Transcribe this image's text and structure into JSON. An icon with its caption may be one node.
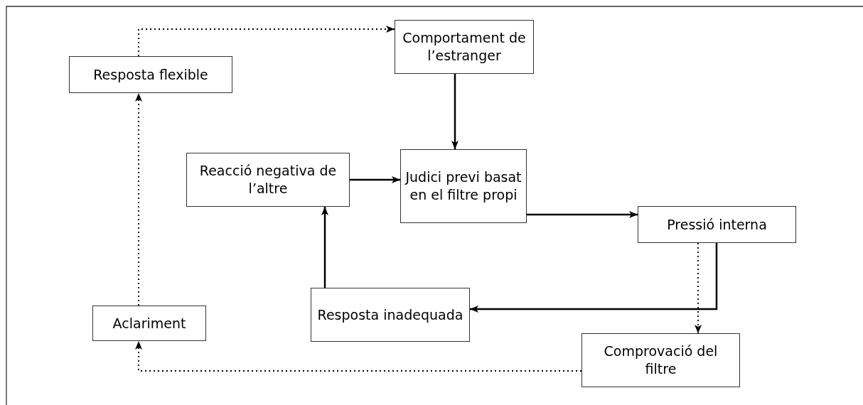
{
  "diagram": {
    "nodes": [
      {
        "text": [
          "Comportament de l’estranger"
        ]
      },
      {
        "text": [
          "Resposta flexible"
        ]
      },
      {
        "text": [
          "Reacció negativa de l’altre"
        ]
      },
      {
        "text": [
          "Judici previ basat en el filtre propi"
        ]
      },
      {
        "text": [
          "Pressió interna"
        ]
      },
      {
        "text": [
          "Resposta inadequada"
        ]
      },
      {
        "text": [
          "Aclariment"
        ]
      },
      {
        "text": [
          "Comprovació del filtre"
        ]
      }
    ],
    "edges": [
      {
        "from": 0,
        "to": 3,
        "arrow": "to"
      },
      {
        "from": 2,
        "to": 3,
        "arrow": "to"
      },
      {
        "from": 3,
        "to": 4,
        "arrow": "to"
      },
      {
        "from": 4,
        "to": 5,
        "arrow": "to"
      },
      {
        "from": 5,
        "to": 2,
        "arrow": "to"
      },
      {
        "from": 4,
        "to": 7,
        "arrow": "to",
        "style": "dashed"
      },
      {
        "from": 7,
        "to": 6,
        "arrow": "to",
        "style": "dashed"
      },
      {
        "from": 6,
        "to": 1,
        "arrow": "to",
        "style": "dashed"
      },
      {
        "from": 1,
        "to": 0,
        "arrow": "to",
        "style": "dashed"
      }
    ]
  }
}
